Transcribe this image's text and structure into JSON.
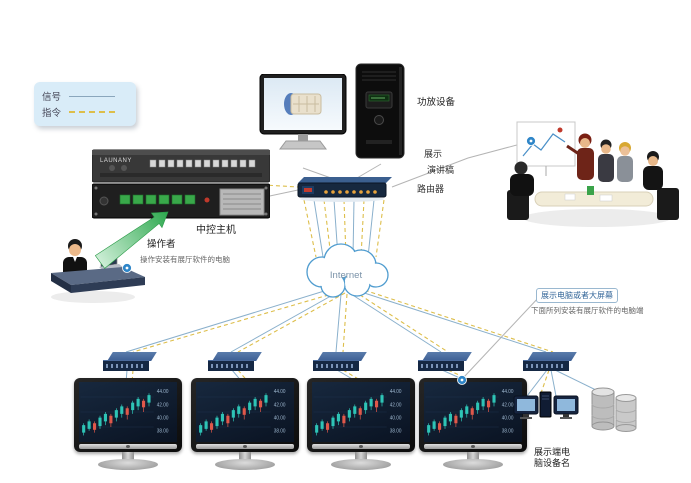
{
  "legend": {
    "signal": "信号",
    "command": "指令"
  },
  "labels": {
    "amplifier": "功放设备",
    "central_host": "中控主机",
    "router": "路由器",
    "display": "展示",
    "speech_draft": "演讲稿",
    "operator": "操作者",
    "operator_note": "操作安装有展厅软件的电脑",
    "internet": "Internet",
    "display_box": "展示电脑或者大屏幕",
    "display_note": "下面所列安装有展厅软件的电脑端",
    "terminal_line1": "展示端电",
    "terminal_line2": "脑设备名",
    "rack_brand": "LAUNANY"
  },
  "colors": {
    "signal_line": "#8ab0cc",
    "command_line": "#ddbe4a",
    "accent_blue": "#2f86c8",
    "arrow_green": "#2da84e"
  },
  "chart_data": {
    "type": "candlestick",
    "y_ticks": [
      "44.00",
      "42.00",
      "40.00",
      "38.00"
    ],
    "up_color": "#2ec4b6",
    "down_color": "#e0584a",
    "candles": [
      {
        "x": 6,
        "wy1": 44,
        "wy2": 57,
        "by": 46,
        "bh": 8,
        "dir": "up"
      },
      {
        "x": 13,
        "wy1": 40,
        "wy2": 52,
        "by": 42,
        "bh": 8,
        "dir": "up"
      },
      {
        "x": 20,
        "wy1": 42,
        "wy2": 54,
        "by": 44,
        "bh": 7,
        "dir": "down"
      },
      {
        "x": 27,
        "wy1": 36,
        "wy2": 50,
        "by": 38,
        "bh": 9,
        "dir": "up"
      },
      {
        "x": 34,
        "wy1": 32,
        "wy2": 46,
        "by": 34,
        "bh": 8,
        "dir": "up"
      },
      {
        "x": 41,
        "wy1": 34,
        "wy2": 48,
        "by": 36,
        "bh": 8,
        "dir": "down"
      },
      {
        "x": 48,
        "wy1": 28,
        "wy2": 42,
        "by": 30,
        "bh": 8,
        "dir": "up"
      },
      {
        "x": 55,
        "wy1": 24,
        "wy2": 38,
        "by": 26,
        "bh": 8,
        "dir": "up"
      },
      {
        "x": 62,
        "wy1": 26,
        "wy2": 40,
        "by": 28,
        "bh": 7,
        "dir": "down"
      },
      {
        "x": 69,
        "wy1": 20,
        "wy2": 34,
        "by": 22,
        "bh": 8,
        "dir": "up"
      },
      {
        "x": 76,
        "wy1": 16,
        "wy2": 30,
        "by": 18,
        "bh": 8,
        "dir": "up"
      },
      {
        "x": 83,
        "wy1": 18,
        "wy2": 32,
        "by": 20,
        "bh": 7,
        "dir": "down"
      },
      {
        "x": 90,
        "wy1": 12,
        "wy2": 26,
        "by": 14,
        "bh": 8,
        "dir": "up"
      }
    ]
  }
}
